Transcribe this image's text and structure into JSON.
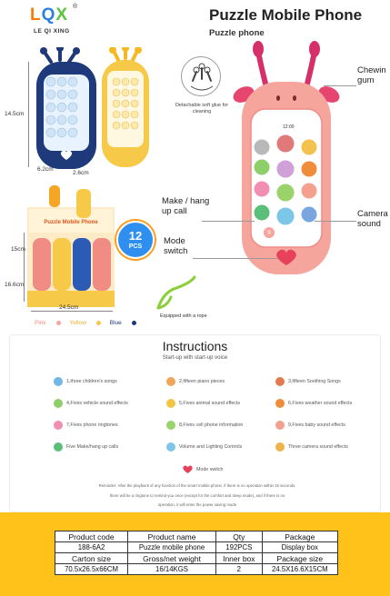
{
  "brand": {
    "mark_prefix": "L",
    "mark_q": "Q",
    "mark_x": "X",
    "registered": "®",
    "name": "LE QI XING"
  },
  "header": {
    "title": "Puzzle Mobile Phone",
    "subtitle": "Puzzle phone"
  },
  "dimensions": {
    "height": "14.5cm",
    "width": "6.2cm",
    "depth": "2.6cm",
    "box_height": "15cm",
    "box_height_total": "16.6cm",
    "box_width": "24.5cm"
  },
  "detach_note": "Detachable soft glue for cleaning",
  "callouts": {
    "chewing_gum": [
      "Chewin",
      "gum"
    ],
    "make_hang": [
      "Make / hang",
      "up call"
    ],
    "camera_sound": [
      "Camera",
      "sound"
    ],
    "mode_switch": [
      "Mode",
      "switch"
    ]
  },
  "rope_note": "Equipped with a rope",
  "pack_badge": {
    "count": "12",
    "unit": "PCS"
  },
  "colors": [
    {
      "label": "Pink",
      "hex": "#f3a6a0"
    },
    {
      "label": "Yellow",
      "hex": "#f7c948"
    },
    {
      "label": "Blue",
      "hex": "#1f3a7a"
    }
  ],
  "phone_screen": {
    "time": "12:00"
  },
  "instructions": {
    "title": "Instructions",
    "subtitle": "Start-up with start-up voice",
    "features": [
      {
        "label": "1,three children's songs",
        "color": "#6fb7e8"
      },
      {
        "label": "2,fifteen piano pieces",
        "color": "#f2a65a"
      },
      {
        "label": "3,fifteen Soothing Songs",
        "color": "#e57a4f"
      },
      {
        "label": "4,Fives vehicle sound effects",
        "color": "#8fcf6a"
      },
      {
        "label": "5,Fives animal sound effects",
        "color": "#f5c542"
      },
      {
        "label": "6,Fives weather sound effects",
        "color": "#f08c3a"
      },
      {
        "label": "7,Fives phone ringtones",
        "color": "#f28fb0"
      },
      {
        "label": "8,Fives cell phone information",
        "color": "#9ad36a"
      },
      {
        "label": "9,Fives baby sound effects",
        "color": "#f4a08e"
      },
      {
        "label": "Five Make/hang up calls",
        "color": "#5bbf7a"
      },
      {
        "label": "Volume and Lighting Controls",
        "color": "#7cc7e8"
      },
      {
        "label": "Three camera sound effects",
        "color": "#f0b34a"
      }
    ],
    "mode_label": "Mode switch",
    "mode_color": "#e8415c",
    "reminder": [
      "Reminder: After the playback of any function of the smart mobile phone, if there is no operation within 15 seconds,",
      "there will be a ringtone to remind you once (except for the comfort and sleep mode), and if there is no",
      "operation, it will enter the power saving mode"
    ]
  },
  "spec_table": {
    "rows": [
      [
        "Product code",
        "Product name",
        "Qty",
        "Package"
      ],
      [
        "188-6A2",
        "Puzzle mobile phone",
        "192PCS",
        "Display box"
      ],
      [
        "Carton size",
        "Gross/net weight",
        "Inner box",
        "Package size"
      ],
      [
        "70.5x26.5x66CM",
        "16/14KGS",
        "2",
        "24.5X16.6X15CM"
      ]
    ]
  }
}
